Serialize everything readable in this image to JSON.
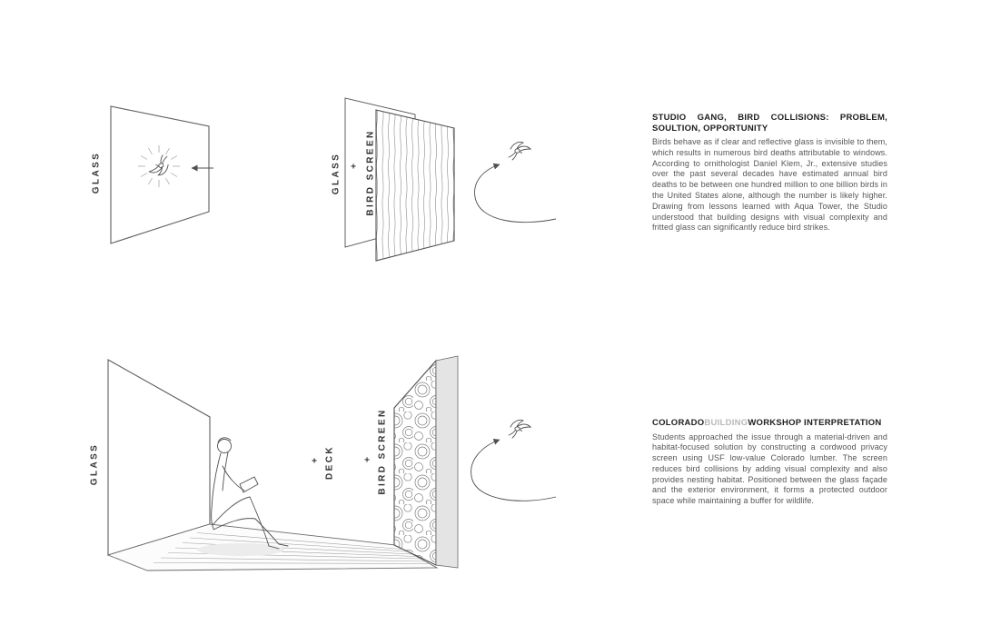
{
  "diagrams": {
    "top_left": {
      "glass_label": "GLASS"
    },
    "top_middle": {
      "glass_label": "GLASS",
      "plus": "+",
      "screen_label": "BIRD SCREEN"
    },
    "bottom": {
      "glass_label": "GLASS",
      "plus_deck": "+",
      "deck_label": "DECK",
      "plus_screen": "+",
      "screen_label": "BIRD SCREEN"
    }
  },
  "sections": {
    "studio_gang": {
      "heading_line1": "STUDIO GANG, BIRD COLLISIONS: PROBLEM,",
      "heading_line2": "SOULTION, OPPORTUNITY",
      "body": "Birds behave as if clear and reflective glass is invisible to them, which results in numerous bird deaths attributable to windows. According to ornithologist Daniel Klem, Jr., extensive studies over the past several decades have estimated annual bird deaths to be between one hundred million to one billion birds in the United States alone, although the number is likely higher. Drawing from lessons learned with Aqua Tower, the Studio understood that building designs with visual complexity and fritted glass can significantly reduce bird strikes."
    },
    "workshop": {
      "heading_colorado": "COLORADO",
      "heading_building": "BUILDING",
      "heading_workshop": "WORKSHOP INTERPRETATION",
      "body": "Students approached the issue through a material-driven and habitat-focused solution by constructing a cordwood privacy screen using USF low-value Colorado lumber. The screen reduces bird collisions by adding visual complexity and also provides nesting habitat. Positioned between the glass façade and the exterior environment, it forms a protected outdoor space while maintaining a buffer for wildlife."
    }
  },
  "colors": {
    "ink": "#1e1e1e",
    "body_text": "#555555",
    "line_art": "#5f5f5f",
    "muted_heading": "#b9b9b9",
    "wall_fill": "#e4e4e4"
  }
}
